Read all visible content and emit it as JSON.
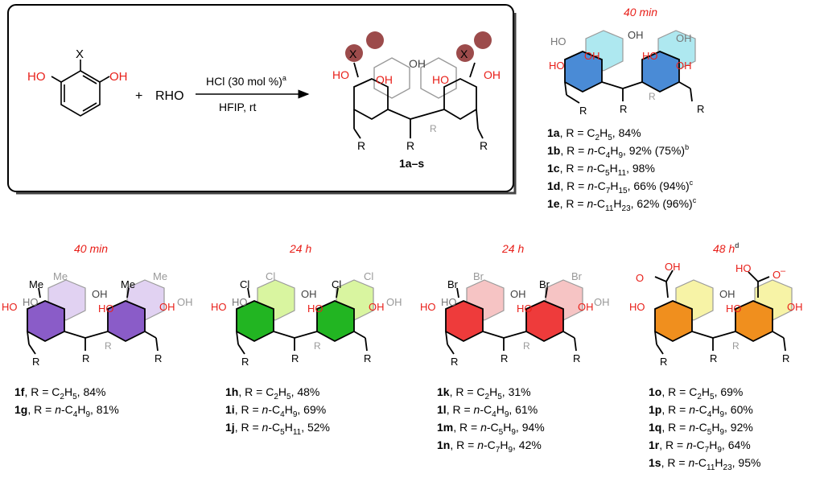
{
  "scheme": {
    "substituent": "X",
    "reagent": "RHO",
    "plus": "+",
    "conditions_above": "HCl (30 mol %)",
    "conditions_above_sup": "a",
    "conditions_below": "HFIP, rt",
    "product_label_num": "1a",
    "product_label_range": "–s"
  },
  "colors": {
    "heteroatom": "#e8201a",
    "blue_ring": "#4a8bd6",
    "cyan_ring": "#aee8f0",
    "purple_ring": "#8a5cc8",
    "lilac_ring": "#e1d2f2",
    "green_ring": "#22b522",
    "lime_ring": "#d9f5a0",
    "red_ring": "#ee3b3b",
    "pink_ring": "#f6c4c4",
    "orange_ring": "#f08f1e",
    "yellow_ring": "#f7f3a6"
  },
  "groups": [
    {
      "time": "40 min",
      "time_sup": "",
      "labels": {
        "Me": "",
        "X": ""
      },
      "entries": [
        {
          "id": "1a",
          "r": "C2H5",
          "yield": "84%",
          "extra": ""
        },
        {
          "id": "1b",
          "r": "n-C4H9",
          "yield": "92%",
          "extra": "(75%)b"
        },
        {
          "id": "1c",
          "r": "n-C5H11",
          "yield": "98%",
          "extra": ""
        },
        {
          "id": "1d",
          "r": "n-C7H15",
          "yield": "66%",
          "extra": "(94%)c"
        },
        {
          "id": "1e",
          "r": "n-C11H23",
          "yield": "62%",
          "extra": "(96%)c"
        }
      ]
    },
    {
      "time": "40 min",
      "time_sup": "",
      "substituent": "Me",
      "entries": [
        {
          "id": "1f",
          "r": "C2H5",
          "yield": "84%"
        },
        {
          "id": "1g",
          "r": "n-C4H9",
          "yield": "81%"
        }
      ]
    },
    {
      "time": "24 h",
      "time_sup": "",
      "substituent": "Cl",
      "entries": [
        {
          "id": "1h",
          "r": "C2H5",
          "yield": "48%"
        },
        {
          "id": "1i",
          "r": "n-C4H9",
          "yield": "69%"
        },
        {
          "id": "1j",
          "r": "n-C5H11",
          "yield": "52%"
        }
      ]
    },
    {
      "time": "24 h",
      "time_sup": "",
      "substituent": "Br",
      "entries": [
        {
          "id": "1k",
          "r": "C2H5",
          "yield": "31%"
        },
        {
          "id": "1l",
          "r": "n-C4H9",
          "yield": "61%"
        },
        {
          "id": "1m",
          "r": "n-C5H9",
          "yield": "94%"
        },
        {
          "id": "1n",
          "r": "n-C7H9",
          "yield": "42%"
        }
      ]
    },
    {
      "time": "48 h",
      "time_sup": "d",
      "substituent": "COOH",
      "entries": [
        {
          "id": "1o",
          "r": "C2H5",
          "yield": "69%"
        },
        {
          "id": "1p",
          "r": "n-C4H9",
          "yield": "60%"
        },
        {
          "id": "1q",
          "r": "n-C5H9",
          "yield": "92%"
        },
        {
          "id": "1r",
          "r": "n-C7H9",
          "yield": "64%"
        },
        {
          "id": "1s",
          "r": "n-C11H23",
          "yield": "95%"
        }
      ]
    }
  ],
  "atoms": {
    "ho": "HO",
    "oh": "OH",
    "r": "R",
    "x": "X",
    "me": "Me",
    "cl": "Cl",
    "br": "Br",
    "o": "O",
    "o_minus": "O",
    "minus": "–"
  }
}
